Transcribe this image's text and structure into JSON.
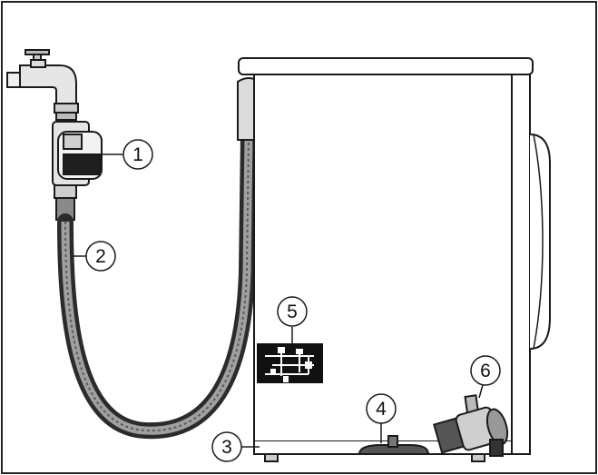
{
  "diagram": {
    "callouts": [
      {
        "id": "1",
        "label": "1",
        "part": "water-stop-valve"
      },
      {
        "id": "2",
        "label": "2",
        "part": "inlet-hose"
      },
      {
        "id": "3",
        "label": "3",
        "part": "base-pan"
      },
      {
        "id": "4",
        "label": "4",
        "part": "drain-cap"
      },
      {
        "id": "5",
        "label": "5",
        "part": "circuit-diagram-label"
      },
      {
        "id": "6",
        "label": "6",
        "part": "drain-pump"
      }
    ],
    "colors": {
      "stroke": "#1a1a1a",
      "fill": "#ffffff",
      "hose_dark": "#2b2b2b",
      "hose_light": "#9a9a9a",
      "panel_dark": "#111111"
    }
  }
}
